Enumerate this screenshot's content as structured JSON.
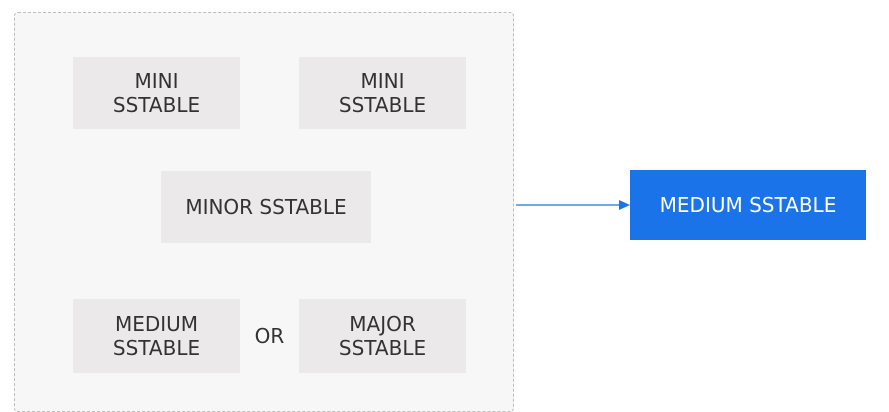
{
  "diagram": {
    "boxes": [
      {
        "label": "MINI\nSSTABLE"
      },
      {
        "label": "MINI\nSSTABLE"
      },
      {
        "label": "MINOR SSTABLE"
      },
      {
        "label": "MEDIUM\nSSTABLE"
      },
      {
        "label": "MAJOR\nSSTABLE"
      }
    ],
    "or_label": "OR",
    "target_label": "MEDIUM SSTABLE",
    "colors": {
      "container_bg": "#f7f7f7",
      "box_bg": "#ebe9e9",
      "target_bg": "#1a73e8",
      "arrow": "#1a73e8"
    }
  }
}
